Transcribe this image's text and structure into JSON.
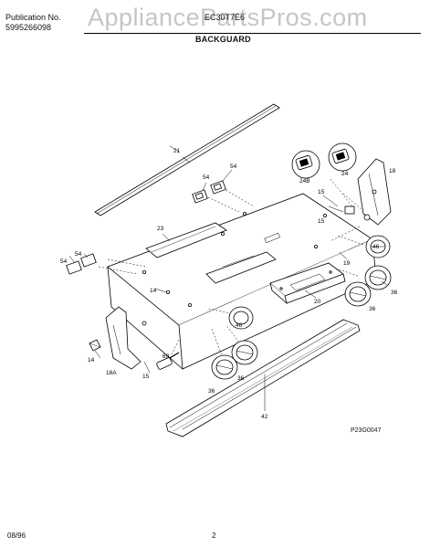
{
  "header": {
    "publication_label": "Publication No.",
    "publication_number": "5995266098",
    "model": "EC30T7E6",
    "section_title": "BACKGUARD"
  },
  "watermark": "AppliancePartsPros.com",
  "diagram_code": "P23G0047",
  "footer": {
    "date": "08/96",
    "page": "2"
  },
  "part_labels": {
    "p21": "21",
    "p54a": "54",
    "p54b": "54",
    "p54c": "54",
    "p54d": "54",
    "p23": "23",
    "p24b": "24B",
    "p24": "24",
    "p18": "18",
    "p15a": "15",
    "p15b": "15",
    "p15c": "15",
    "p46a": "46",
    "p46b": "46",
    "p19": "19",
    "p14a": "14",
    "p14b": "14",
    "p20": "20",
    "p36a": "36",
    "p36b": "36",
    "p36c": "36",
    "p36d": "36",
    "p69": "69",
    "p18a": "18A",
    "p42": "42"
  }
}
